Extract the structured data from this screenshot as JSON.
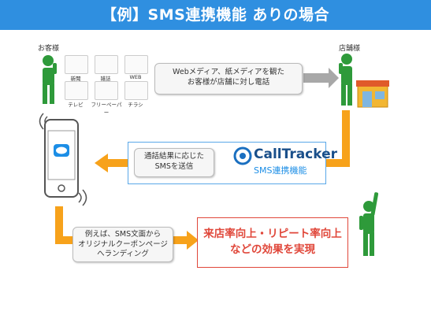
{
  "title": "【例】SMS連携機能 ありの場合",
  "labels": {
    "customer": "お客様",
    "store": "店舗様"
  },
  "media": [
    "新聞",
    "雑誌",
    "WEB",
    "テレビ",
    "フリーペーパー",
    "チラシ"
  ],
  "step1": {
    "line1": "Webメディア、紙メディアを観た",
    "line2": "お客様が店舗に対し電話"
  },
  "step2": {
    "line1": "通話結果に応じた",
    "line2": "SMSを送信"
  },
  "step3": {
    "line1": "例えば、SMS文面から",
    "line2": "オリジナルクーポンページ",
    "line3": "へランディング"
  },
  "logo": {
    "brand": "CallTracker",
    "sub": "SMS連携機能"
  },
  "result": {
    "line1": "来店率向上・リピート率向上",
    "line2": "などの効果を実現"
  },
  "colors": {
    "banner": "#2f8fe0",
    "arrow": "#f7a21b",
    "gray_arrow": "#a8a8a8",
    "person": "#2e9a3a",
    "result": "#e0473a",
    "sms": "#1c8ee6"
  }
}
